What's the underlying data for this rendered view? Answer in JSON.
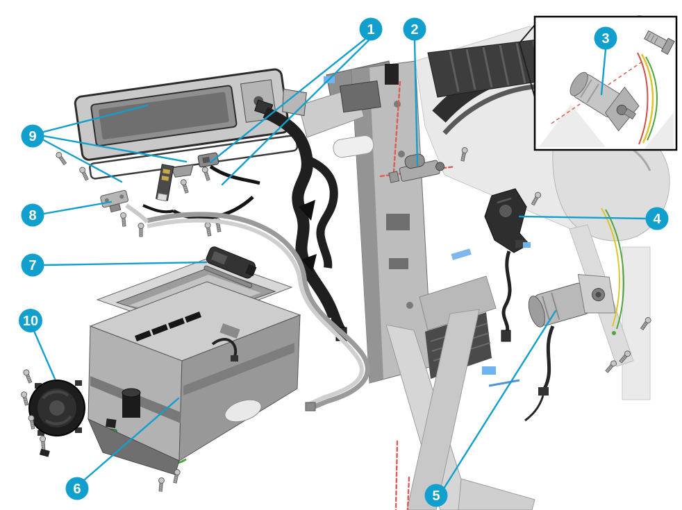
{
  "colors": {
    "accent": "#119fce",
    "red_dash": "#e05a4f",
    "wire_yellow": "#e0c424",
    "wire_green": "#4ea43c",
    "wire_red": "#cf5040"
  },
  "callouts": [
    {
      "label": "1"
    },
    {
      "label": "2"
    },
    {
      "label": "3"
    },
    {
      "label": "4"
    },
    {
      "label": "5"
    },
    {
      "label": "6"
    },
    {
      "label": "7"
    },
    {
      "label": "8"
    },
    {
      "label": "9"
    },
    {
      "label": "10"
    }
  ]
}
